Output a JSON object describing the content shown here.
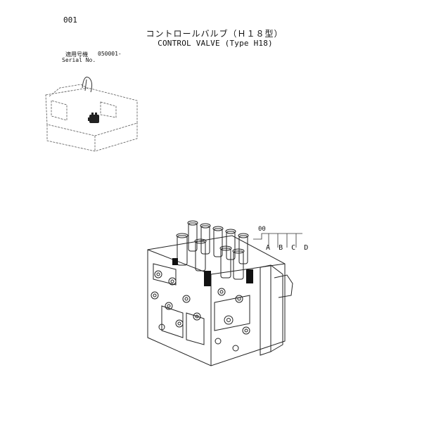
{
  "page": {
    "number": "001"
  },
  "title": {
    "japanese": "コントロールバルブ（Ｈ１８型）",
    "english": "CONTROL VALVE (Type H18)"
  },
  "serial": {
    "label_jp": "適用号機",
    "label_en": "Serial No.",
    "value": "050001-"
  },
  "figure": {
    "machine_icon": "excavator-overview-icon",
    "part_icon": "control-valve-assembly-icon",
    "reference_code": "00",
    "variants": [
      "A",
      "B",
      "C",
      "D"
    ]
  }
}
